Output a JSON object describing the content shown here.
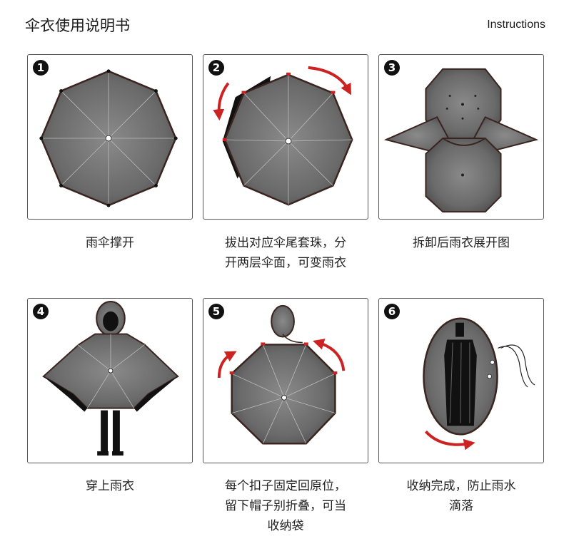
{
  "header": {
    "title": "伞衣使用说明书",
    "subtitle": "Instructions"
  },
  "colors": {
    "canopy": "#6e6e6e",
    "arrow": "#cc2222",
    "outline": "#3a2420"
  },
  "steps": [
    {
      "number": "1",
      "caption_lines": [
        "雨伞撑开"
      ],
      "icon": "open-umbrella-icon"
    },
    {
      "number": "2",
      "caption_lines": [
        "拔出对应伞尾套珠，分",
        "开两层伞面，可变雨衣"
      ],
      "icon": "separate-layers-icon"
    },
    {
      "number": "3",
      "caption_lines": [
        "拆卸后雨衣展开图"
      ],
      "icon": "unfolded-raincoat-icon"
    },
    {
      "number": "4",
      "caption_lines": [
        "穿上雨衣"
      ],
      "icon": "wearing-raincoat-icon"
    },
    {
      "number": "5",
      "caption_lines": [
        "每个扣子固定回原位，",
        "留下帽子别折叠，可当",
        "收纳袋"
      ],
      "icon": "refasten-buttons-icon"
    },
    {
      "number": "6",
      "caption_lines": [
        "收纳完成，防止雨水",
        "滴落"
      ],
      "icon": "stored-umbrella-icon"
    }
  ]
}
